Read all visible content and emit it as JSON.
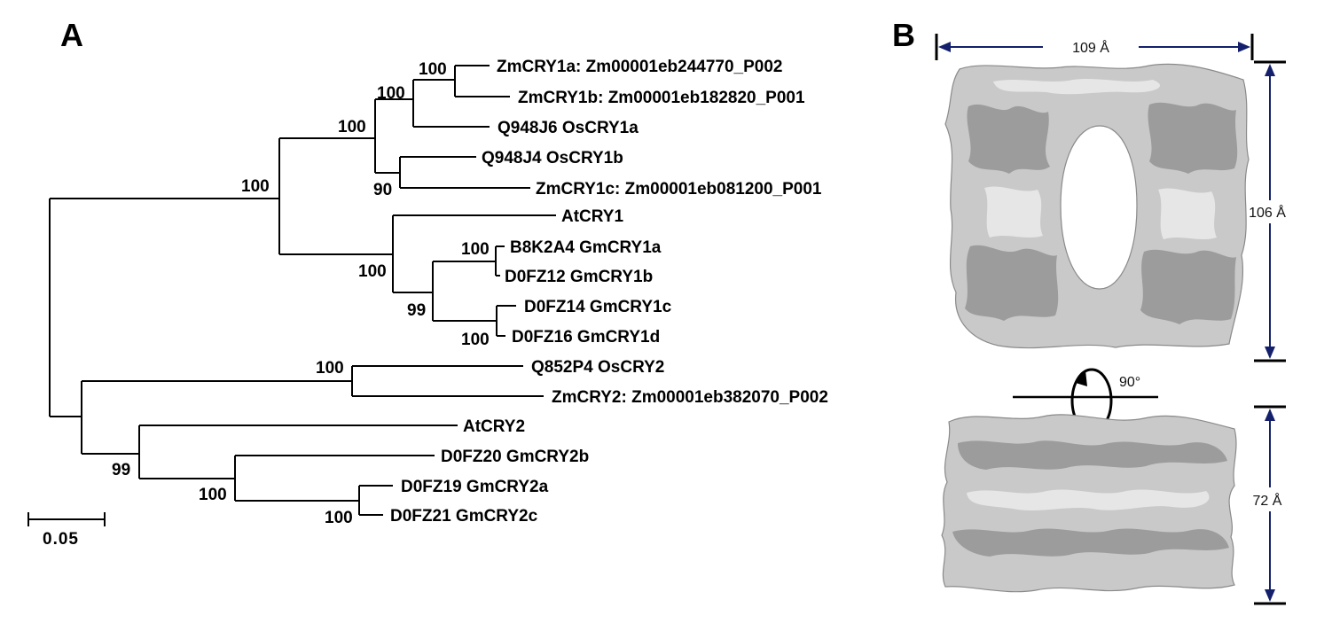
{
  "panels": {
    "a_label": "A",
    "b_label": "B"
  },
  "tree": {
    "leaves": [
      "ZmCRY1a: Zm00001eb244770_P002",
      "ZmCRY1b: Zm00001eb182820_P001",
      "Q948J6 OsCRY1a",
      "Q948J4 OsCRY1b",
      "ZmCRY1c: Zm00001eb081200_P001",
      "AtCRY1",
      "B8K2A4 GmCRY1a",
      "D0FZ12 GmCRY1b",
      "D0FZ14 GmCRY1c",
      "D0FZ16 GmCRY1d",
      "Q852P4 OsCRY2",
      "ZmCRY2: Zm00001eb382070_P002",
      "AtCRY2",
      "D0FZ20 GmCRY2b",
      "D0FZ19 GmCRY2a",
      "D0FZ21 GmCRY2c"
    ],
    "bootstrap": [
      {
        "node": "zm1a_zm1b",
        "value": "100"
      },
      {
        "node": "zm1ab_os1a",
        "value": "100"
      },
      {
        "node": "grass_cry1",
        "value": "100"
      },
      {
        "node": "os1b_zm1c",
        "value": "90"
      },
      {
        "node": "cry1",
        "value": "100"
      },
      {
        "node": "dicot_cry1",
        "value": "100"
      },
      {
        "node": "gm_cry1",
        "value": "99"
      },
      {
        "node": "gm1a_gm1b",
        "value": "100"
      },
      {
        "node": "gm1c_gm1d",
        "value": "100"
      },
      {
        "node": "grass_cry2",
        "value": "100"
      },
      {
        "node": "dicot_cry2",
        "value": "99"
      },
      {
        "node": "gm_cry2",
        "value": "100"
      },
      {
        "node": "gm2a_gm2c",
        "value": "100"
      }
    ],
    "scale_bar": {
      "label": "0.05",
      "value": 0.05
    }
  },
  "structure": {
    "width_label": "109 Å",
    "height_label": "106 Å",
    "depth_label": "72 Å",
    "rotation_label": "90°"
  }
}
